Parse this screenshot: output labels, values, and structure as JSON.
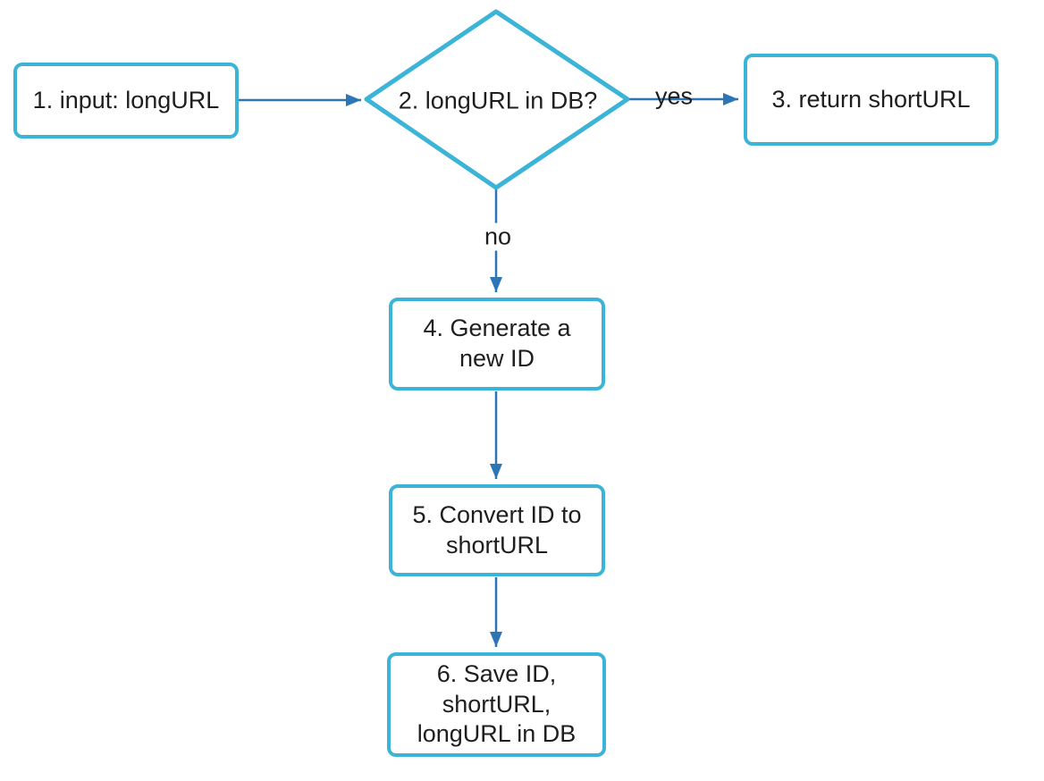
{
  "colors": {
    "node_border": "#3cb4d8",
    "connector": "#2e75b6",
    "text": "#1e1e1e",
    "canvas_bg": "#ffffff"
  },
  "flowchart": {
    "nodes": [
      {
        "id": "1",
        "shape": "rounded-rect",
        "label": "1. input: longURL"
      },
      {
        "id": "2",
        "shape": "diamond",
        "label": "2. longURL in DB?"
      },
      {
        "id": "3",
        "shape": "rounded-rect",
        "label": "3. return shortURL"
      },
      {
        "id": "4",
        "shape": "rounded-rect",
        "label": "4. Generate a\nnew ID"
      },
      {
        "id": "5",
        "shape": "rounded-rect",
        "label": "5. Convert ID to\nshortURL"
      },
      {
        "id": "6",
        "shape": "rounded-rect",
        "label": "6. Save ID,\nshortURL,\nlongURL in DB"
      }
    ],
    "edges": [
      {
        "from": "1",
        "to": "2",
        "label": ""
      },
      {
        "from": "2",
        "to": "3",
        "label": "yes"
      },
      {
        "from": "2",
        "to": "4",
        "label": "no"
      },
      {
        "from": "4",
        "to": "5",
        "label": ""
      },
      {
        "from": "5",
        "to": "6",
        "label": ""
      }
    ]
  }
}
